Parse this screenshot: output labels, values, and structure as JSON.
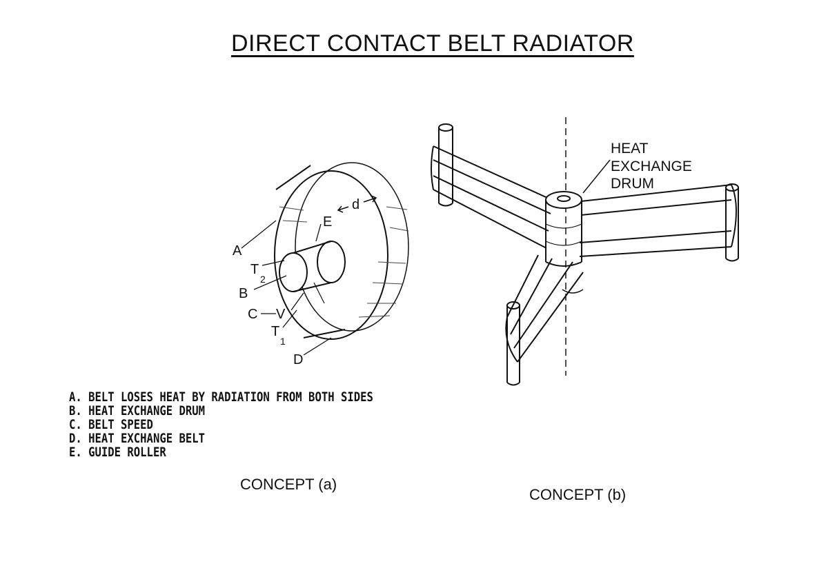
{
  "title": "DIRECT CONTACT BELT RADIATOR",
  "concept_a": {
    "caption": "CONCEPT (a)",
    "labels": {
      "A": "A",
      "T2": "T",
      "T2_sub": "2",
      "B": "B",
      "C": "C",
      "V": "V",
      "T1": "T",
      "T1_sub": "1",
      "D": "D",
      "E": "E",
      "d": "d"
    },
    "legend": [
      "A. BELT LOSES HEAT BY RADIATION FROM BOTH SIDES",
      "B. HEAT EXCHANGE DRUM",
      "C. BELT SPEED",
      "D. HEAT EXCHANGE BELT",
      "E. GUIDE ROLLER"
    ]
  },
  "concept_b": {
    "caption": "CONCEPT (b)",
    "drum_label": [
      "HEAT",
      "EXCHANGE",
      "DRUM"
    ]
  }
}
